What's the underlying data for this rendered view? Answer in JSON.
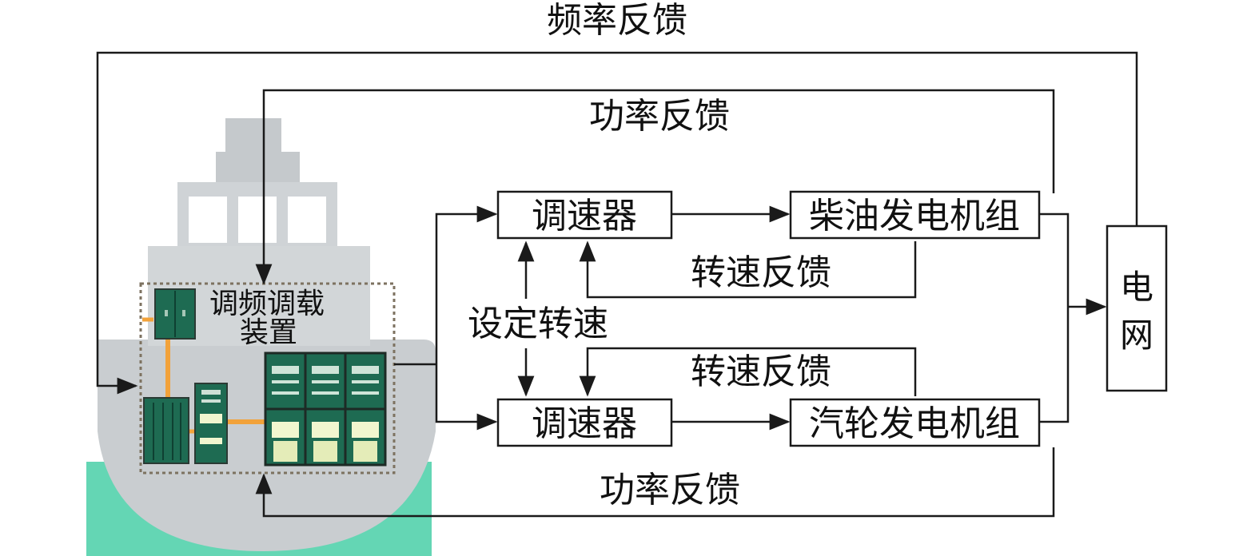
{
  "labels": {
    "frequency_feedback": "频率反馈",
    "power_feedback_top": "功率反馈",
    "power_feedback_bottom": "功率反馈",
    "speed_feedback_top": "转速反馈",
    "speed_feedback_bottom": "转速反馈",
    "set_speed": "设定转速",
    "device_line1": "调频调载",
    "device_line2": "装置"
  },
  "blocks": {
    "governor_top": "调速器",
    "governor_bottom": "调速器",
    "diesel_genset": "柴油发电机组",
    "turbine_genset": "汽轮发电机组",
    "grid_line1": "电",
    "grid_line2": "网"
  },
  "colors": {
    "ship_hull": "#c9cdd0",
    "ship_superstructure": "#d8dbdd",
    "sea": "#64d6b4",
    "cabinet": "#1e6b52",
    "cabinet_light": "#f1f6cf",
    "cable": "#f2a23a",
    "line": "#1a1a1a"
  }
}
